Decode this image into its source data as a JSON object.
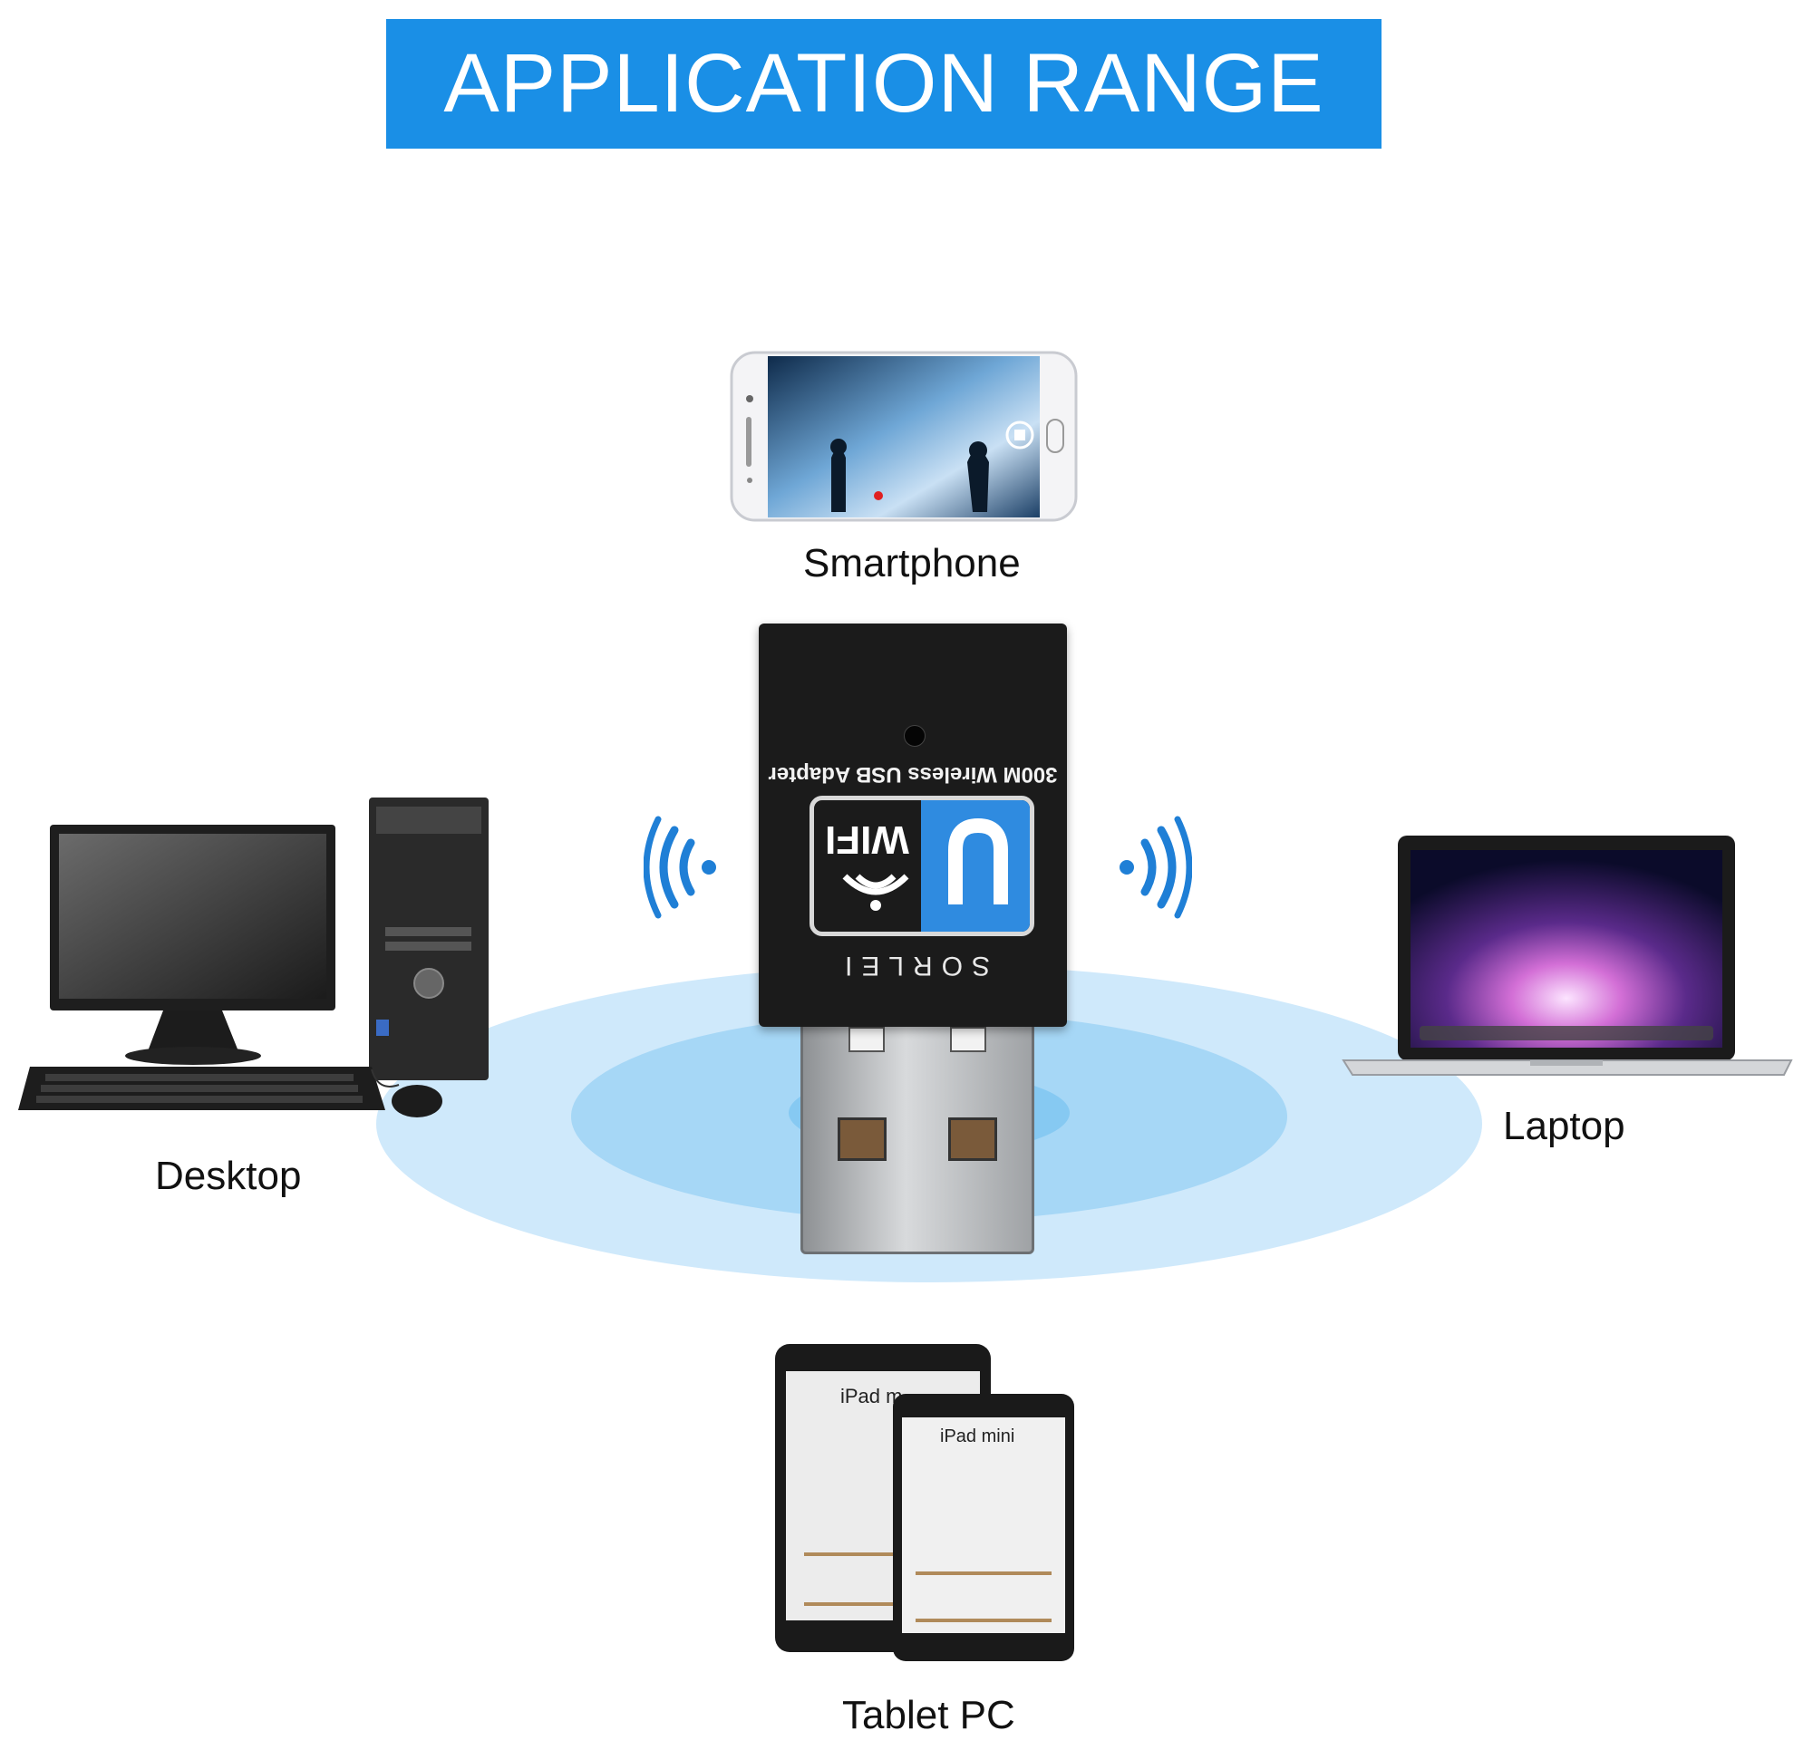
{
  "title": "APPLICATION RANGE",
  "colors": {
    "banner": "#1a8fe6",
    "ellipse_outer": "#d3ecfb",
    "ellipse_mid": "#a9d8f6",
    "ellipse_inner": "#8fcdf3",
    "signal": "#1f7fd6",
    "adapter_body": "#1a1a1a",
    "logo_blue": "#2f8be0"
  },
  "devices": {
    "smartphone": {
      "label": "Smartphone",
      "icon": "smartphone-icon"
    },
    "desktop": {
      "label": "Desktop",
      "icon": "desktop-computer-icon"
    },
    "laptop": {
      "label": "Laptop",
      "icon": "laptop-icon"
    },
    "tablet": {
      "label": "Tablet PC",
      "icon": "tablet-icon",
      "screen_text_back": "iPad m",
      "screen_text_front": "iPad mini"
    }
  },
  "adapter": {
    "model_text": "300M Wireless USB Adapter",
    "logo_text": "WIFI",
    "brand_text": "SORLEI",
    "icon": "usb-wifi-adapter-icon"
  }
}
